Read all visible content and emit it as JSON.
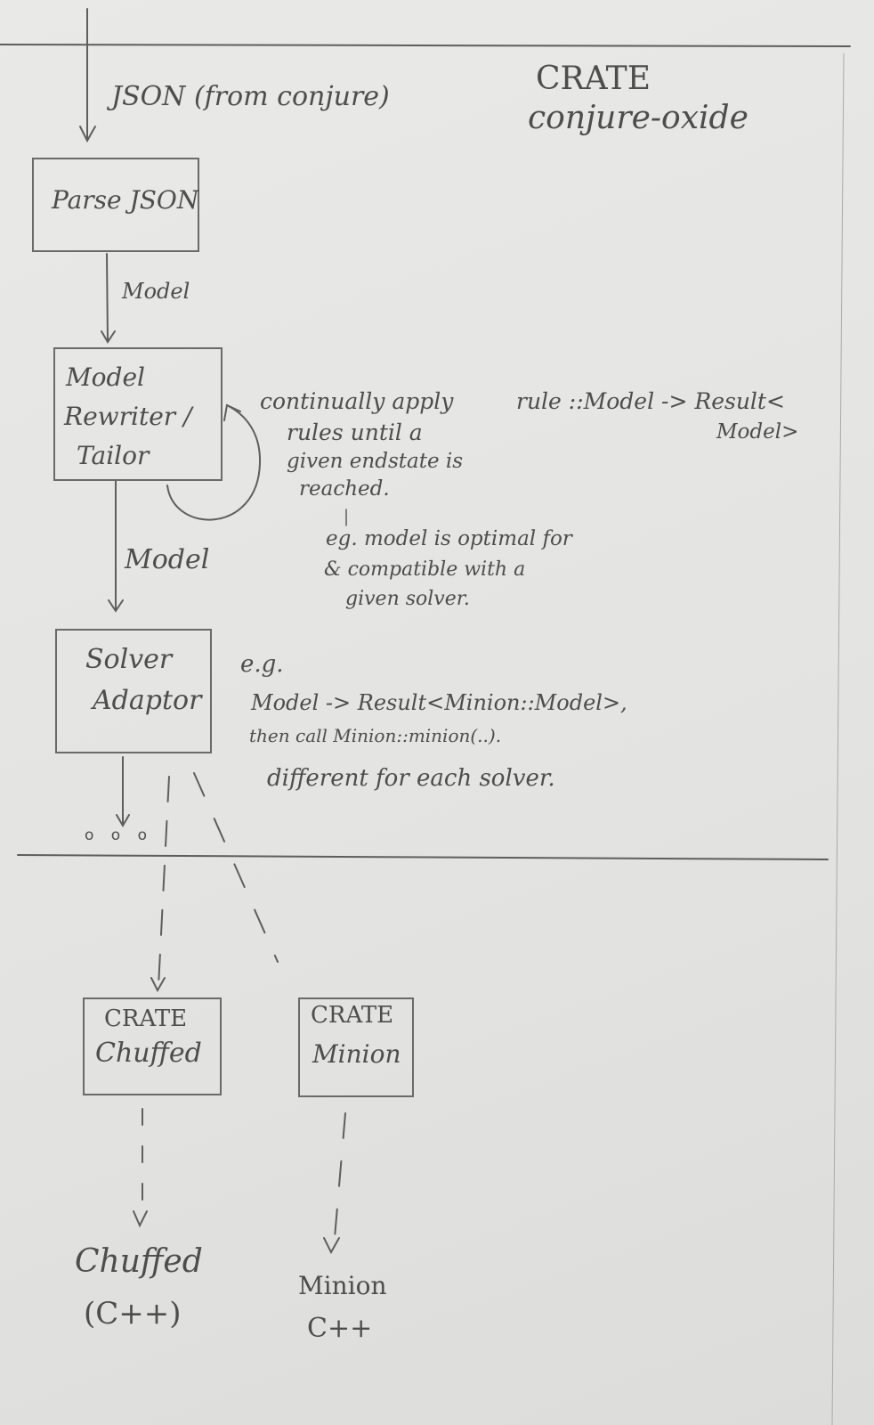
{
  "diagram": {
    "crate_main": {
      "title": "CRATE",
      "name": "conjure-oxide"
    },
    "input_label": "JSON (from conjure)",
    "nodes": {
      "parse_json": "Parse JSON",
      "rewriter": [
        "Model",
        "Rewriter /",
        "Tailor"
      ],
      "solver_adaptor": [
        "Solver",
        "Adaptor"
      ],
      "crate_chuffed": [
        "CRATE",
        "Chuffed"
      ],
      "crate_minion": [
        "CRATE",
        "Minion"
      ],
      "chuffed_lib": [
        "Chuffed",
        "(C++)"
      ],
      "minion_lib": [
        "Minion",
        "C++"
      ]
    },
    "edges": {
      "parse_to_rewriter": "Model",
      "rewriter_to_adaptor": "Model",
      "more_solvers": "o o o"
    },
    "notes": {
      "rewriter_loop": [
        "continually apply",
        "rules until a",
        "given endstate is",
        "reached."
      ],
      "rule_signature": [
        "rule ::Model -> Result<",
        "Model>"
      ],
      "endstate_example": [
        "eg. model is optimal for",
        "& compatible with a",
        "given solver."
      ],
      "adaptor_example": [
        "e.g.",
        "Model -> Result<Minion::Model>,",
        "then call Minion::minion(..).",
        "different for each solver."
      ]
    }
  }
}
